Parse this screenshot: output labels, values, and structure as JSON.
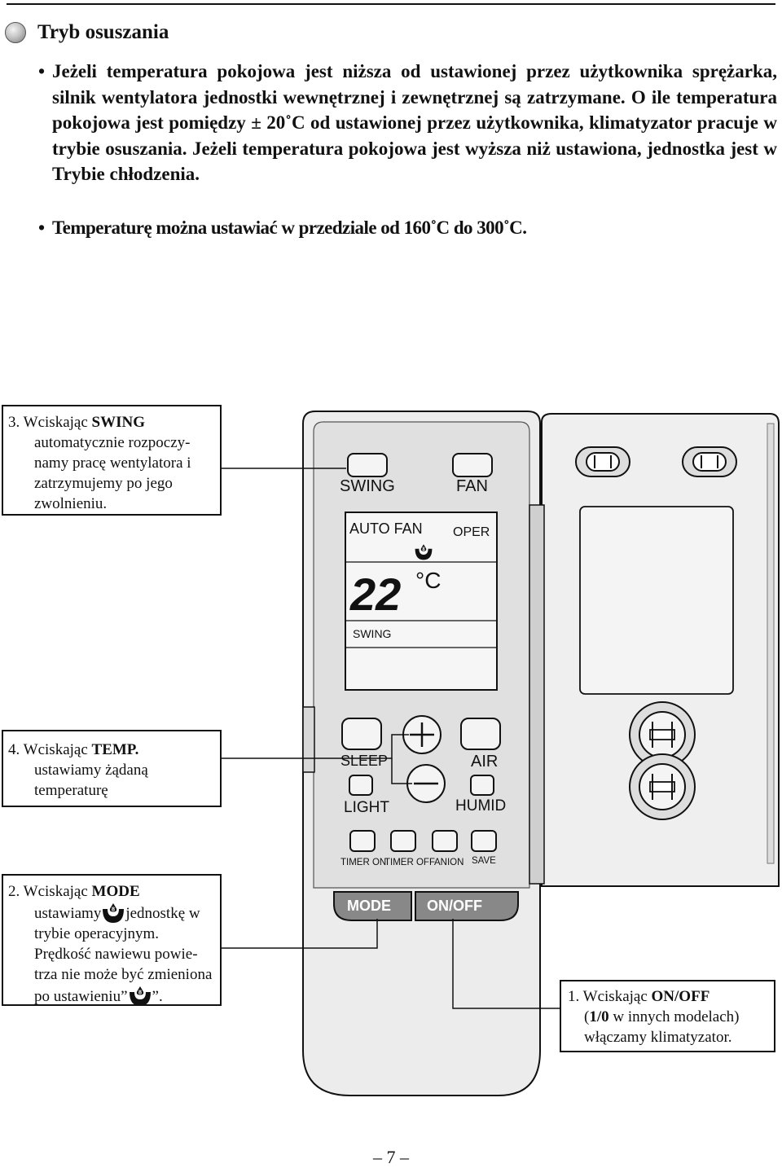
{
  "section": {
    "title": "Tryb osuszania",
    "bullet": "•",
    "paragraph1": "Jeżeli temperatura pokojowa jest niższa od ustawionej przez użytkownika sprężarka, silnik wentylatora jednostki wewnętrznej i zewnętrznej są zatrzymane. O ile temperatura pokojowa jest   pomiędzy ± 20˚C od ustawionej przez użytkownika, klimatyzator pracuje w trybie osuszania. Jeżeli temperatura pokojowa jest wyższa niż ustawiona, jednostka jest w Trybie chłodzenia.",
    "paragraph2": "Temperaturę można ustawiać w przedziale od 160˚C do 300˚C."
  },
  "remote": {
    "buttons": {
      "swing": "SWING",
      "fan": "FAN",
      "sleep": "SLEEP",
      "air": "AIR",
      "light": "LIGHT",
      "humid": "HUMID",
      "timer_on": "TIMER ON",
      "timer_off": "TIMER OFF",
      "anion": "ANION",
      "save": "SAVE",
      "mode": "MODE",
      "on_off": "ON/OFF"
    },
    "display": {
      "auto_fan": "AUTO FAN",
      "oper": "OPER",
      "temperature": "22",
      "unit": "°C",
      "swing": "SWING"
    }
  },
  "callouts": {
    "c3": {
      "number": "3. Wciskając ",
      "keyword": "SWING",
      "body": "automatycznie rozpoczy­namy pracę wentylatora i zatrzymujemy po jego zwolnieniu."
    },
    "c4": {
      "number": "4. Wciskając ",
      "keyword": "TEMP.",
      "body": "ustawiamy żądaną temperaturę"
    },
    "c2": {
      "number": "2. Wciskając ",
      "keyword": "MODE",
      "body_a": "ustawiamy",
      "body_b": "jednostkę w trybie operacyjnym. Prędkość nawiewu powie­trza nie może być zmie­niona po ustawieniu”",
      "body_c": "”."
    },
    "c1": {
      "number": "1. Wciskając  ",
      "keyword": "ON/OFF",
      "body_open": "(",
      "body_bold": "1/0",
      "body_rest": " w innych modelach) włączamy klimatyzator."
    }
  },
  "page_number": "– 7 –"
}
